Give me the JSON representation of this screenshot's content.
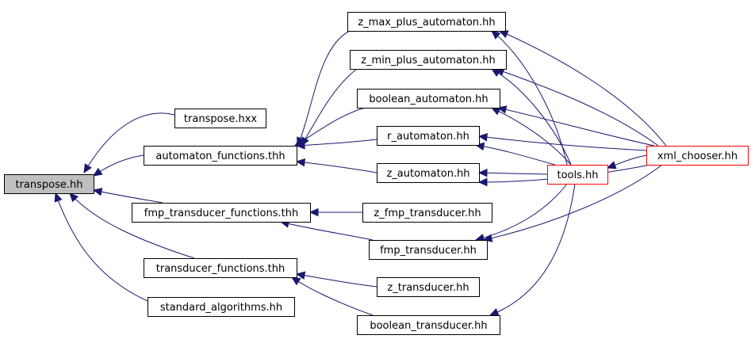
{
  "colors": {
    "edge": "#191970",
    "node_border": "#000000",
    "node_border_highlight": "#ff0000",
    "root_fill": "#bfbfbf",
    "node_fill": "#ffffff"
  },
  "nodes": [
    {
      "id": "transpose_hh",
      "label": "transpose.hh",
      "style": "root"
    },
    {
      "id": "transpose_hxx",
      "label": "transpose.hxx",
      "style": "normal"
    },
    {
      "id": "automaton_functions",
      "label": "automaton_functions.thh",
      "style": "normal"
    },
    {
      "id": "fmp_transducer_functions",
      "label": "fmp_transducer_functions.thh",
      "style": "normal"
    },
    {
      "id": "transducer_functions",
      "label": "transducer_functions.thh",
      "style": "normal"
    },
    {
      "id": "standard_algorithms",
      "label": "standard_algorithms.hh",
      "style": "normal"
    },
    {
      "id": "z_max_plus",
      "label": "z_max_plus_automaton.hh",
      "style": "normal"
    },
    {
      "id": "z_min_plus",
      "label": "z_min_plus_automaton.hh",
      "style": "normal"
    },
    {
      "id": "boolean_automaton",
      "label": "boolean_automaton.hh",
      "style": "normal"
    },
    {
      "id": "r_automaton",
      "label": "r_automaton.hh",
      "style": "normal"
    },
    {
      "id": "z_automaton",
      "label": "z_automaton.hh",
      "style": "normal"
    },
    {
      "id": "z_fmp_transducer",
      "label": "z_fmp_transducer.hh",
      "style": "normal"
    },
    {
      "id": "fmp_transducer",
      "label": "fmp_transducer.hh",
      "style": "normal"
    },
    {
      "id": "z_transducer",
      "label": "z_transducer.hh",
      "style": "normal"
    },
    {
      "id": "boolean_transducer",
      "label": "boolean_transducer.hh",
      "style": "normal"
    },
    {
      "id": "tools_hh",
      "label": "tools.hh",
      "style": "highlight"
    },
    {
      "id": "xml_chooser",
      "label": "xml_chooser.hh",
      "style": "highlight"
    }
  ],
  "edges": [
    {
      "from": "transpose_hxx",
      "to": "transpose_hh"
    },
    {
      "from": "automaton_functions",
      "to": "transpose_hh"
    },
    {
      "from": "fmp_transducer_functions",
      "to": "transpose_hh"
    },
    {
      "from": "transducer_functions",
      "to": "transpose_hh"
    },
    {
      "from": "standard_algorithms",
      "to": "transpose_hh"
    },
    {
      "from": "z_max_plus",
      "to": "automaton_functions"
    },
    {
      "from": "z_min_plus",
      "to": "automaton_functions"
    },
    {
      "from": "boolean_automaton",
      "to": "automaton_functions"
    },
    {
      "from": "r_automaton",
      "to": "automaton_functions"
    },
    {
      "from": "z_automaton",
      "to": "automaton_functions"
    },
    {
      "from": "z_fmp_transducer",
      "to": "fmp_transducer_functions"
    },
    {
      "from": "fmp_transducer",
      "to": "fmp_transducer_functions"
    },
    {
      "from": "z_transducer",
      "to": "transducer_functions"
    },
    {
      "from": "boolean_transducer",
      "to": "transducer_functions"
    },
    {
      "from": "tools_hh",
      "to": "z_max_plus"
    },
    {
      "from": "tools_hh",
      "to": "z_min_plus"
    },
    {
      "from": "tools_hh",
      "to": "boolean_automaton"
    },
    {
      "from": "tools_hh",
      "to": "r_automaton"
    },
    {
      "from": "tools_hh",
      "to": "z_automaton"
    },
    {
      "from": "tools_hh",
      "to": "fmp_transducer"
    },
    {
      "from": "tools_hh",
      "to": "boolean_transducer"
    },
    {
      "from": "xml_chooser",
      "to": "z_max_plus"
    },
    {
      "from": "xml_chooser",
      "to": "z_min_plus"
    },
    {
      "from": "xml_chooser",
      "to": "boolean_automaton"
    },
    {
      "from": "xml_chooser",
      "to": "r_automaton"
    },
    {
      "from": "xml_chooser",
      "to": "z_automaton"
    },
    {
      "from": "xml_chooser",
      "to": "fmp_transducer"
    },
    {
      "from": "xml_chooser",
      "to": "tools_hh"
    }
  ]
}
